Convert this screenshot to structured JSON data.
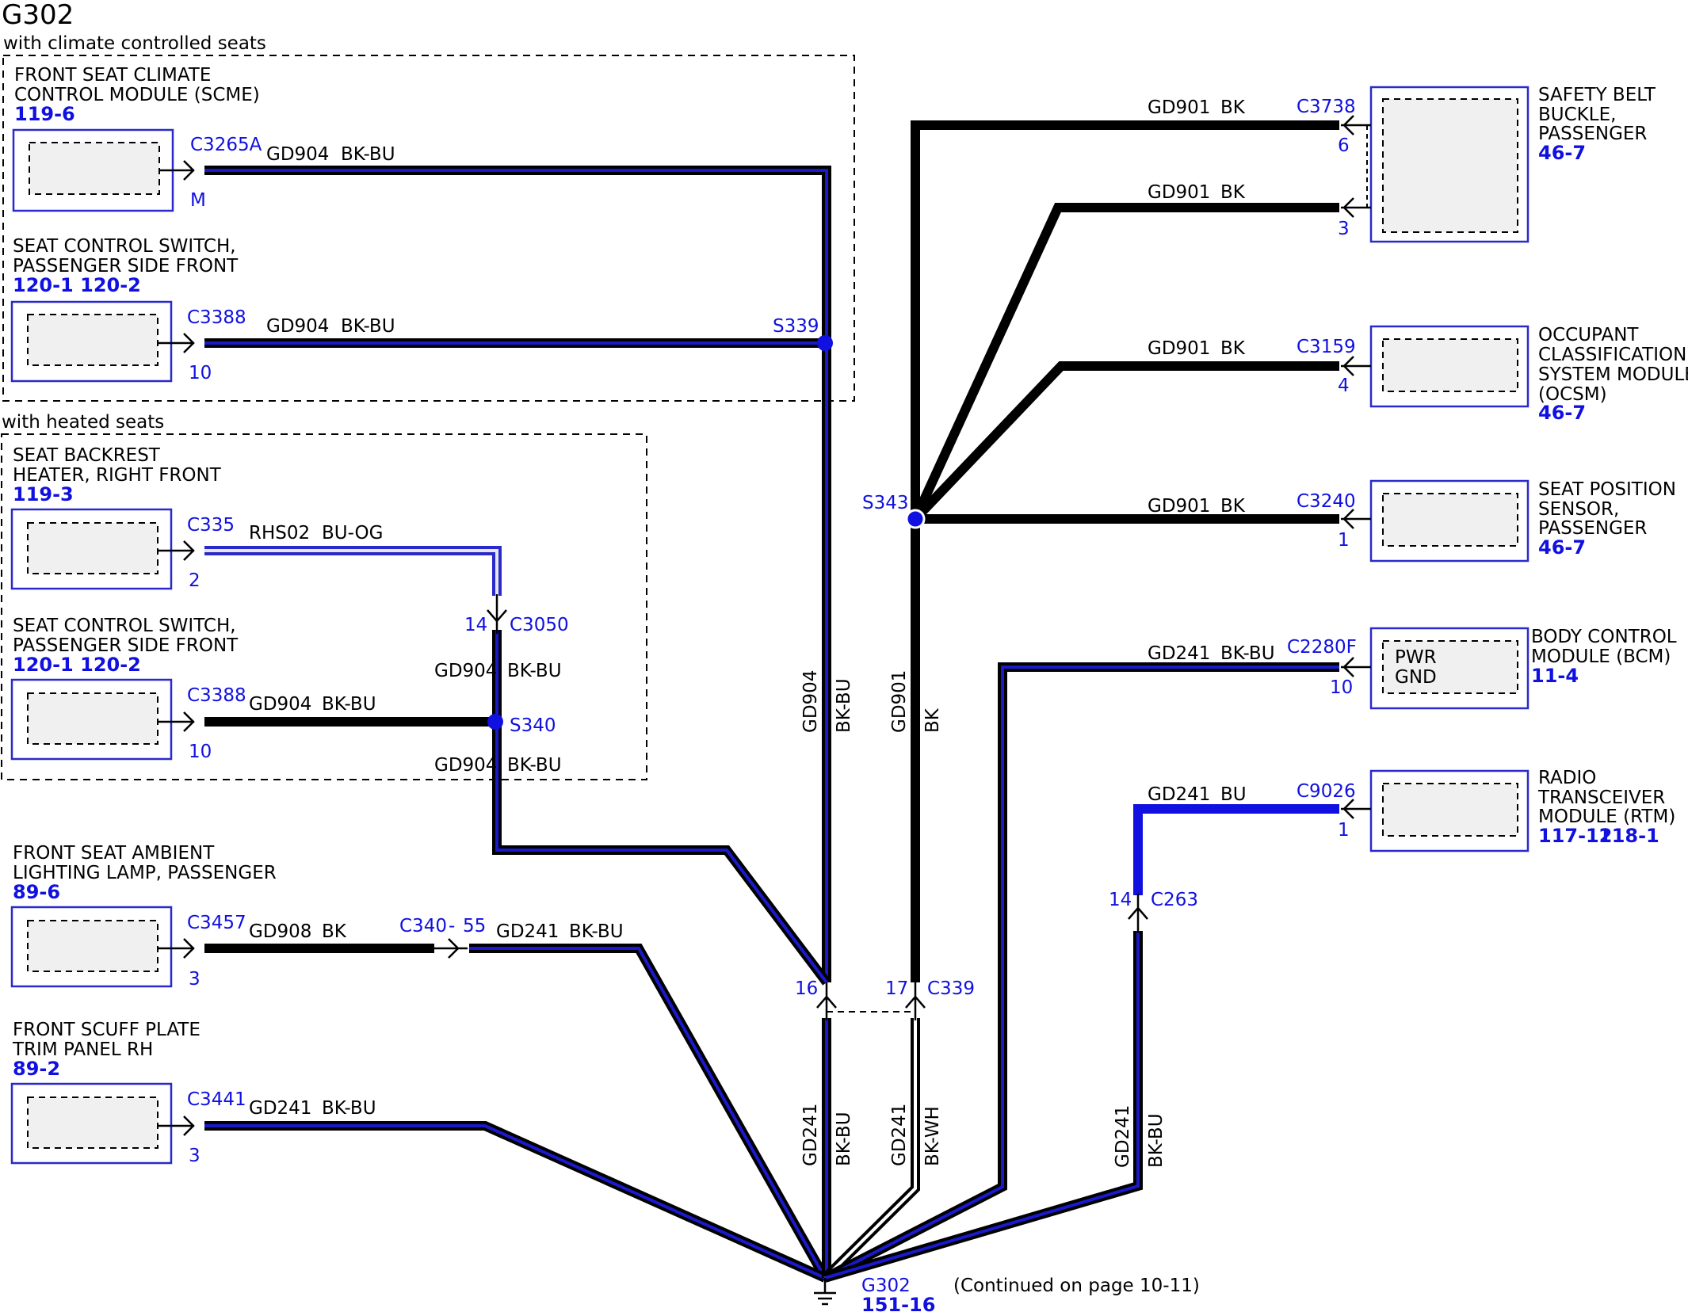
{
  "title": "G302",
  "regions": {
    "climate": "with climate controlled seats",
    "heated": "with heated seats"
  },
  "components": {
    "scme": {
      "line1": "FRONT SEAT CLIMATE",
      "line2": "CONTROL MODULE (SCME)",
      "ref": "119-6",
      "connector": "C3265A",
      "pin": "M"
    },
    "seat_switch_a": {
      "line1": "SEAT CONTROL SWITCH,",
      "line2": "PASSENGER SIDE FRONT",
      "ref": "120-1 120-2",
      "connector": "C3388",
      "pin": "10"
    },
    "backrest_heater": {
      "line1": "SEAT BACKREST",
      "line2": "HEATER, RIGHT FRONT",
      "ref": "119-3",
      "connector": "C335",
      "pin": "2"
    },
    "seat_switch_b": {
      "line1": "SEAT CONTROL SWITCH,",
      "line2": "PASSENGER SIDE FRONT",
      "ref": "120-1 120-2",
      "connector": "C3388",
      "pin": "10"
    },
    "ambient_lamp": {
      "line1": "FRONT SEAT AMBIENT",
      "line2": "LIGHTING LAMP, PASSENGER",
      "ref": "89-6",
      "connector": "C3457",
      "pin": "3"
    },
    "scuff_plate": {
      "line1": "FRONT SCUFF PLATE",
      "line2": "TRIM PANEL RH",
      "ref": "89-2",
      "connector": "C3441",
      "pin": "3"
    },
    "belt_buckle": {
      "line1": "SAFETY BELT",
      "line2": "BUCKLE,",
      "line3": "PASSENGER",
      "ref": "46-7",
      "connector": "C3738",
      "pin_a": "6",
      "pin_b": "3"
    },
    "ocsm": {
      "line1": "OCCUPANT",
      "line2": "CLASSIFICATION",
      "line3": "SYSTEM MODULE",
      "line4": "(OCSM)",
      "ref": "46-7",
      "connector": "C3159",
      "pin": "4"
    },
    "seat_position": {
      "line1": "SEAT POSITION",
      "line2": "SENSOR,",
      "line3": "PASSENGER",
      "ref": "46-7",
      "connector": "C3240",
      "pin": "1"
    },
    "bcm": {
      "line1": "BODY CONTROL",
      "line2": "MODULE (BCM)",
      "ref": "11-4",
      "connector": "C2280F",
      "pin": "10",
      "inner1": "PWR",
      "inner2": "GND"
    },
    "rtm": {
      "line1": "RADIO",
      "line2": "TRANSCEIVER",
      "line3": "MODULE (RTM)",
      "ref_a": "117-12",
      "ref_b": "118-1",
      "connector": "C9026",
      "pin": "1"
    }
  },
  "wires": {
    "gd904": "GD904",
    "gd901": "GD901",
    "gd241": "GD241",
    "gd908": "GD908",
    "rhs02": "RHS02",
    "bk_bu": "BK-BU",
    "bk": "BK",
    "bu_og": "BU-OG",
    "bu": "BU",
    "bk_wh": "BK-WH"
  },
  "splices": {
    "s339": "S339",
    "s340": "S340",
    "s343": "S343"
  },
  "inline_connectors": {
    "c3050": "C3050",
    "c3050_pin": "14",
    "c340": "C340",
    "c340_sep": "-",
    "c340_pin": "55",
    "c339": "C339",
    "c339_pin_a": "16",
    "c339_pin_b": "17",
    "c263": "C263",
    "c263_pin": "14"
  },
  "ground": {
    "name": "G302",
    "ref": "151-16",
    "note": "(Continued on page 10-11)"
  },
  "colors": {
    "black": "#000000",
    "blue": "#1010e0",
    "wire_blue": "#1a1acc",
    "og": "#e6e6e6"
  }
}
